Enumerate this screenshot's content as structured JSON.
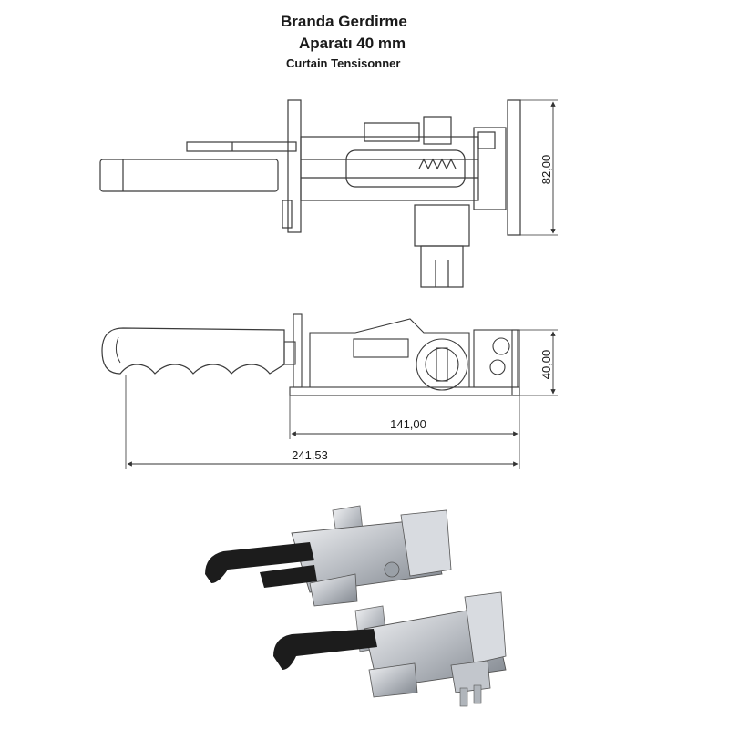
{
  "title": {
    "line1": "Branda Gerdirme",
    "line2": "Aparatı 40 mm",
    "subtitle": "Curtain Tensisonner"
  },
  "dimensions": {
    "height_top": "82,00",
    "height_side": "40,00",
    "length_body": "141,00",
    "length_total": "241,53"
  },
  "colors": {
    "line": "#3a3a3a",
    "handle": "#1c1c1c",
    "metal": "#c9ccd0"
  }
}
